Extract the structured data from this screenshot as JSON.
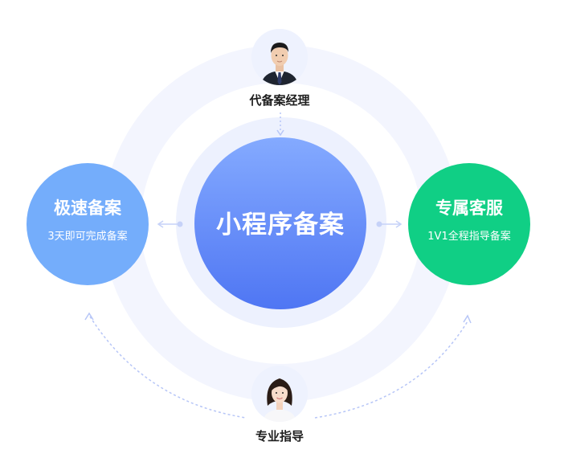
{
  "center": {
    "title": "小程序备案",
    "gradient_top": "#84aaff",
    "gradient_bottom": "#4f76f3"
  },
  "left_node": {
    "title": "极速备案",
    "subtitle": "3天即可完成备案",
    "color": "#74adfb"
  },
  "right_node": {
    "title": "专属客服",
    "subtitle": "1V1全程指导备案",
    "color": "#10cf85"
  },
  "top_person": {
    "label": "代备案经理",
    "icon": "male-manager-avatar-icon"
  },
  "bottom_person": {
    "label": "专业指导",
    "icon": "female-advisor-avatar-icon"
  },
  "connector_color": "#b7c6f7",
  "ring_color": "#f3f5fe"
}
